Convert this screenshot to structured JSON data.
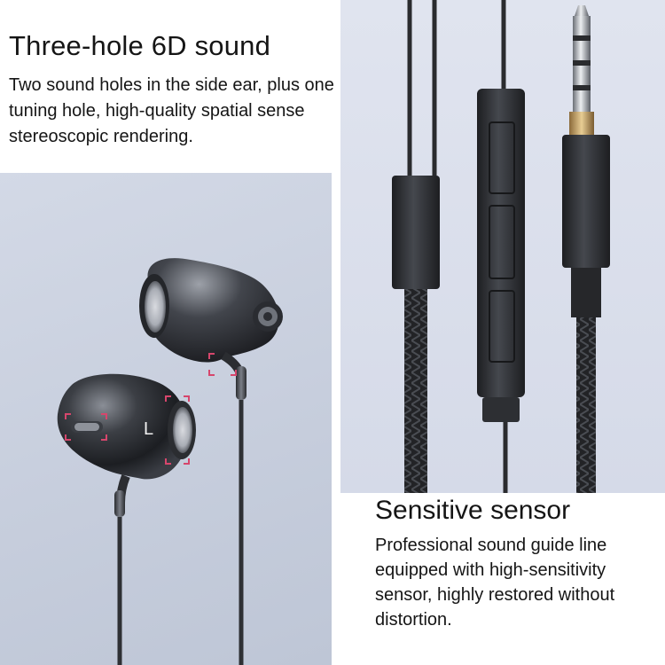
{
  "feature_top": {
    "title": "Three-hole 6D sound",
    "description": "Two sound holes in the side ear, plus one tuning hole, high-quality spatial sense stereoscopic rendering."
  },
  "feature_bottom": {
    "title": "Sensitive sensor",
    "description": "Professional sound guide line equipped with high-sensitivity sensor, highly restored without distortion."
  },
  "earbud_photo": {
    "side_label": "L",
    "icons": [
      "earbud-left-icon",
      "earbud-right-icon",
      "sound-hole-marker-icon"
    ]
  },
  "cable_photo": {
    "icons": [
      "audio-jack-icon",
      "inline-remote-icon",
      "cable-splitter-icon"
    ]
  },
  "colors": {
    "earbud_panel_bg": "#c9d0df",
    "cable_panel_bg": "#dadfeb",
    "metal_dark": "#2b2d31",
    "marker_pink": "#d6466c",
    "gold_ring": "#c9a86a",
    "text": "#151515"
  }
}
